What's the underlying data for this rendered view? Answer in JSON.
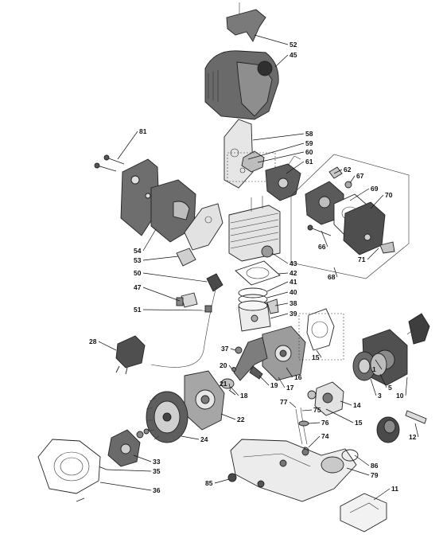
{
  "diagram": {
    "callouts": [
      "1",
      "3",
      "5",
      "10",
      "11",
      "12",
      "14",
      "15",
      "15",
      "16",
      "17",
      "18",
      "19",
      "20",
      "21",
      "22",
      "24",
      "28",
      "33",
      "35",
      "36",
      "37",
      "38",
      "39",
      "40",
      "41",
      "42",
      "43",
      "45",
      "47",
      "50",
      "51",
      "52",
      "53",
      "54",
      "58",
      "59",
      "60",
      "61",
      "62",
      "66",
      "67",
      "68",
      "69",
      "70",
      "71",
      "74",
      "75",
      "76",
      "77",
      "79",
      "81",
      "85",
      "86"
    ]
  },
  "colors": {
    "part_dark": "#5a5a5a",
    "part_mid": "#9a9a9a",
    "part_light": "#d4d4d4",
    "line": "#111111"
  }
}
